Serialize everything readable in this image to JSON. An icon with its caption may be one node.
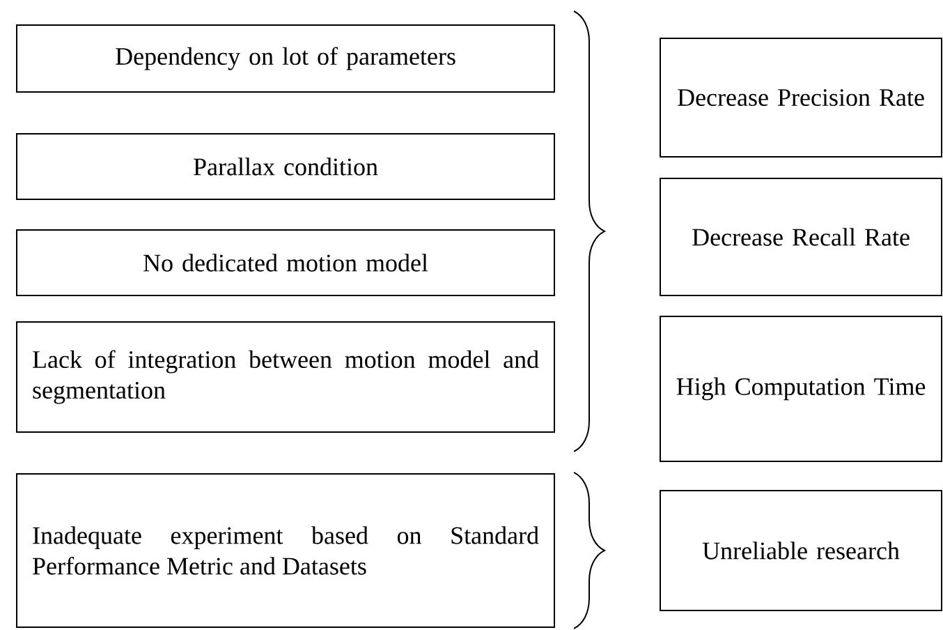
{
  "diagram": {
    "nodes": [
      {
        "text": [
          "Dependency on lot of parameters"
        ]
      },
      {
        "text": [
          "Parallax condition"
        ]
      },
      {
        "text": [
          "No dedicated motion model"
        ]
      },
      {
        "text": [
          "Lack of integration between motion model and segmentation"
        ]
      },
      {
        "text": [
          "Inadequate experiment based on Standard Performance Metric and Datasets"
        ]
      },
      {
        "text": [
          "Decrease Precision Rate"
        ]
      },
      {
        "text": [
          "Decrease Recall Rate"
        ]
      },
      {
        "text": [
          "High Computation Time"
        ]
      },
      {
        "text": [
          "Unreliable research"
        ]
      }
    ]
  }
}
